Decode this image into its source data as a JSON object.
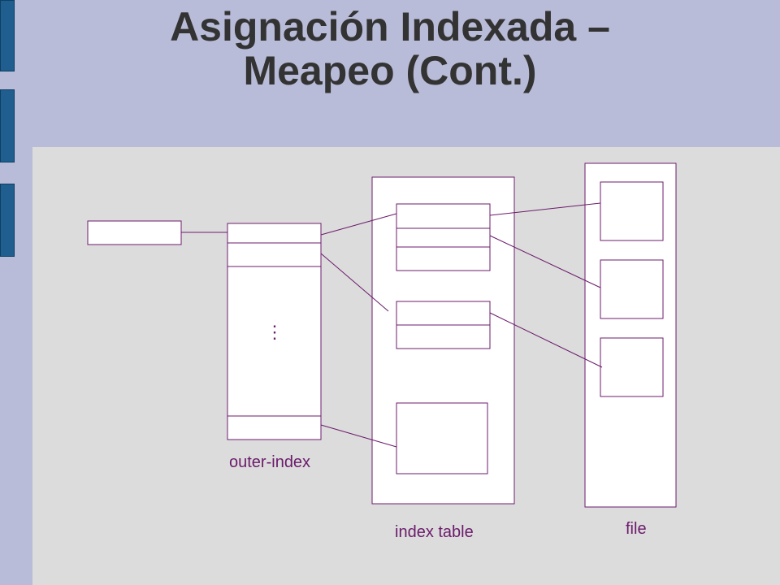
{
  "slide": {
    "title_line1": "Asignación Indexada –",
    "title_line2": "Meapeo (Cont.)"
  },
  "diagram": {
    "labels": {
      "outer_index": "outer-index",
      "index_table": "index table",
      "file": "file",
      "ellipsis": "⋮"
    },
    "colors": {
      "stroke": "#6b1b6b",
      "box_fill": "#ffffff",
      "content_bg": "#dcdcdc",
      "header_bg": "#b9bcd8",
      "side_bar": "#1f5e8e"
    }
  }
}
